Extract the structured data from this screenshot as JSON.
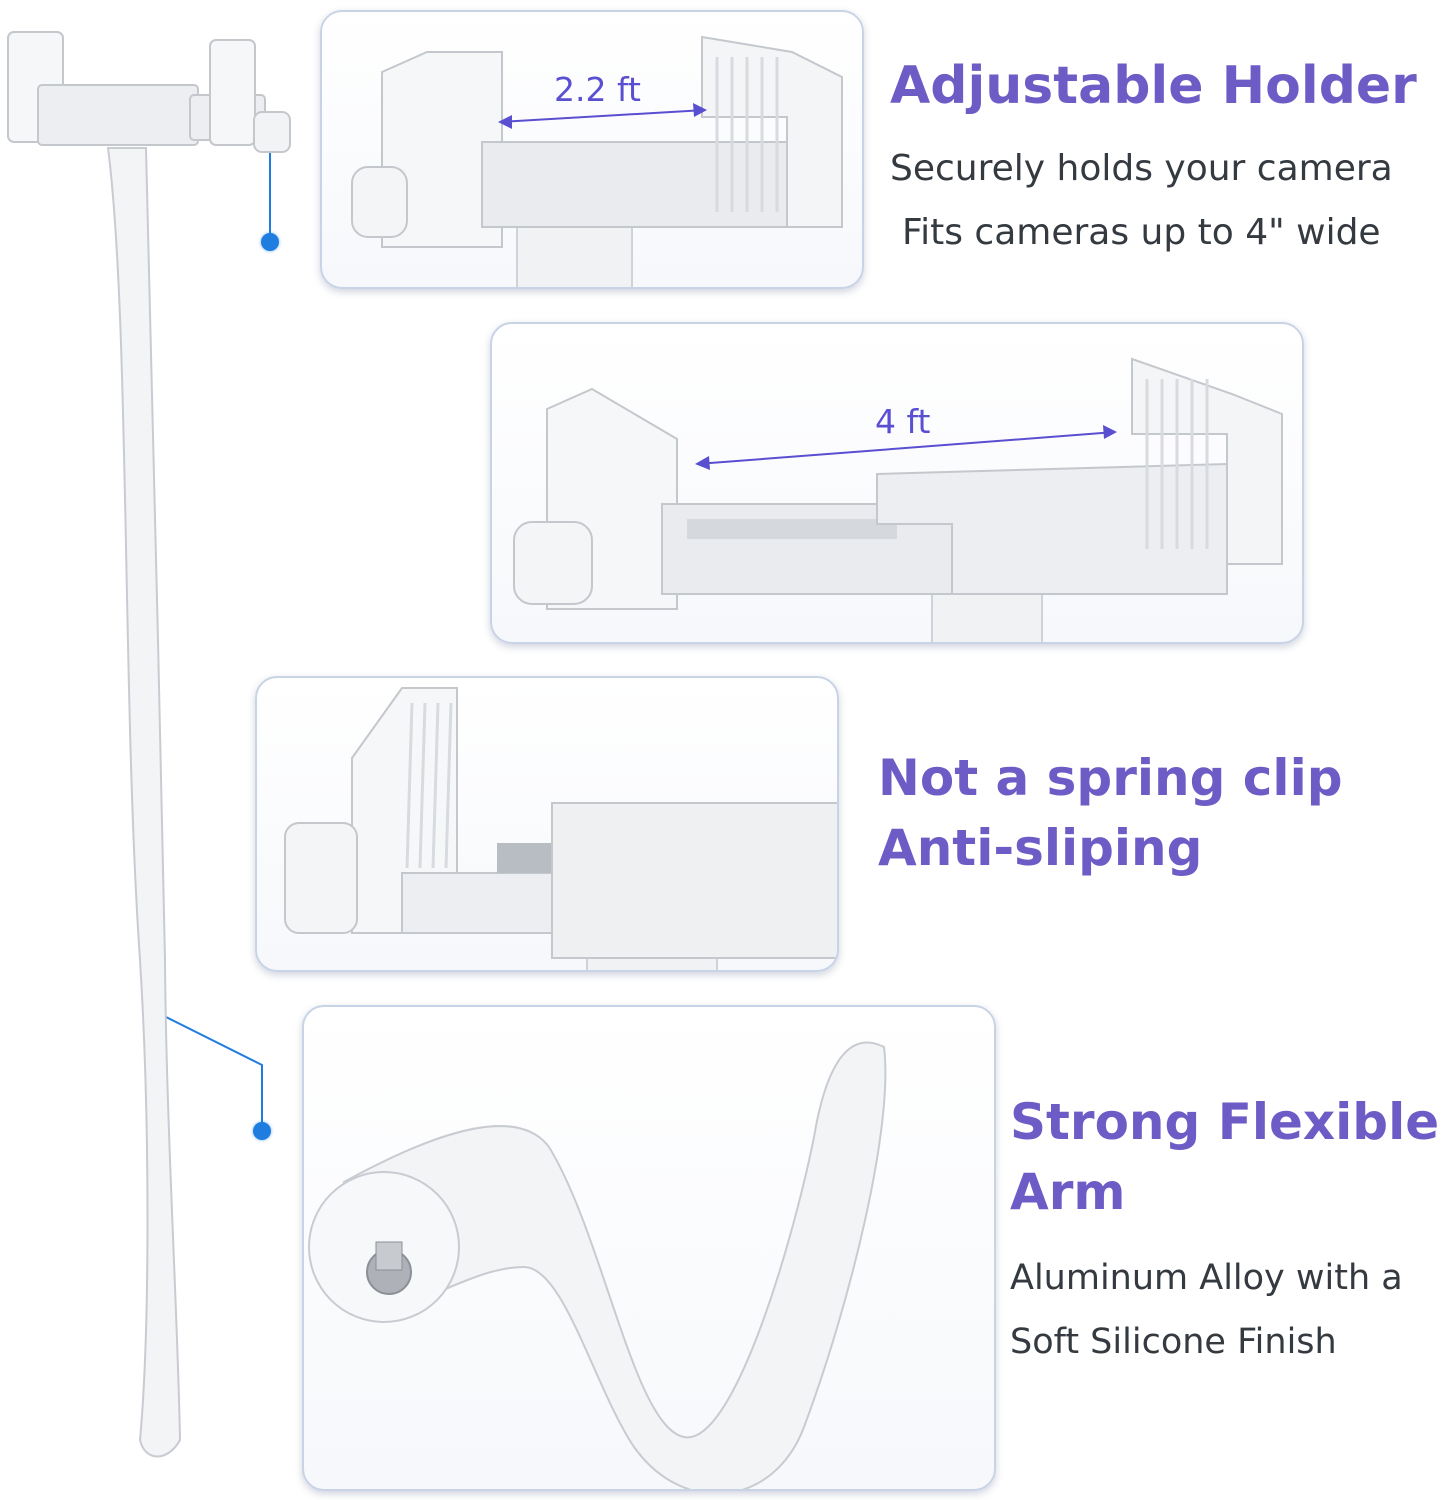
{
  "features": [
    {
      "heading": "Adjustable Holder",
      "lines": [
        "Securely holds your camera",
        "Fits cameras up to 4\" wide"
      ],
      "measurement": "2.2 ft"
    },
    {
      "measurement": "4 ft"
    },
    {
      "heading_lines": [
        "Not a spring clip",
        "Anti-sliping"
      ]
    },
    {
      "heading_lines": [
        "Strong Flexible",
        "Arm"
      ],
      "lines": [
        "Aluminum Alloy with a",
        "Soft Silicone Finish"
      ]
    }
  ],
  "colors": {
    "heading": "#6e5cc6",
    "body_text": "#343a40",
    "measurement": "#5a4ed1",
    "callout_line": "#1f7de0",
    "panel_border": "#c9d3e6",
    "product": "#f2f3f5"
  }
}
